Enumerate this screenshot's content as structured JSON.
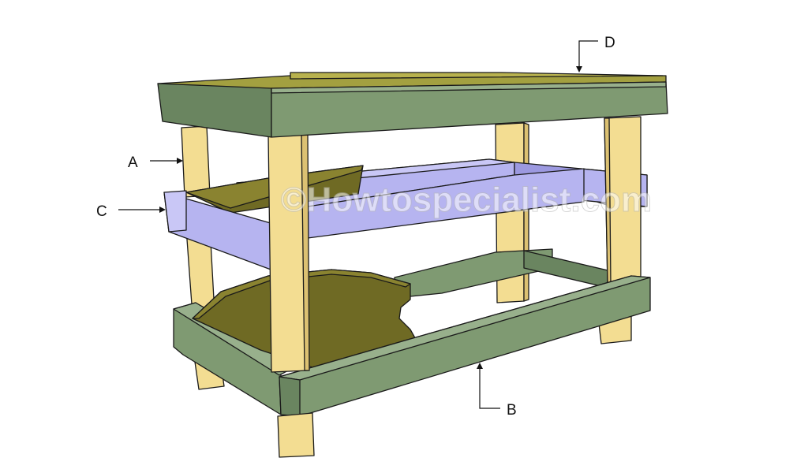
{
  "figure": {
    "watermark": "©Howtospecialist.com",
    "callouts": [
      {
        "id": "A",
        "label": "A",
        "part": "leg"
      },
      {
        "id": "B",
        "label": "B",
        "part": "bottom-frame"
      },
      {
        "id": "C",
        "label": "C",
        "part": "middle-frame"
      },
      {
        "id": "D",
        "label": "D",
        "part": "tabletop"
      }
    ]
  },
  "colors": {
    "frame_green": "#7f9a72",
    "frame_green_dark": "#6a8560",
    "frame_green_light": "#98b08c",
    "leg_yellow": "#f3dd92",
    "leg_yellow_dark": "#dcc172",
    "brace_purple": "#b6b4f0",
    "brace_purple_dark": "#9c99e0",
    "shelf_olive": "#6f6a24",
    "shelf_olive_light": "#8a8330",
    "top_board": "#a3a040",
    "outline": "#1a1a1a"
  }
}
